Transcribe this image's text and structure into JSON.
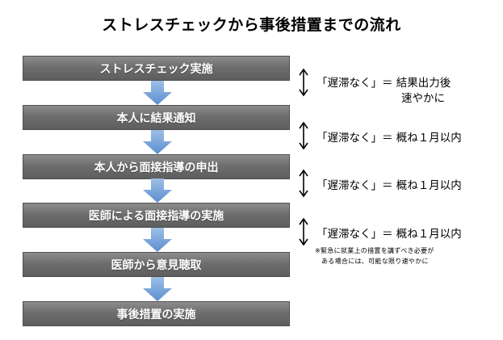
{
  "title": "ストレスチェックから事後措置までの流れ",
  "steps": [
    "ストレスチェック実施",
    "本人に結果通知",
    "本人から面接指導の申出",
    "医師による面接指導の実施",
    "医師から意見聴取",
    "事後措置の実施"
  ],
  "intervals": [
    {
      "label": "「遅滞なく」＝ 結果出力後",
      "label2": "速やかに"
    },
    {
      "label": "「遅滞なく」＝ 概ね１月以内"
    },
    {
      "label": "「遅滞なく」＝ 概ね１月以内"
    },
    {
      "label": "「遅滞なく」＝ 概ね１月以内"
    }
  ],
  "remark_line1": "※緊急に就業上の措置を講ずべき必要が",
  "remark_line2": "ある場合には、可能な限り速やかに"
}
